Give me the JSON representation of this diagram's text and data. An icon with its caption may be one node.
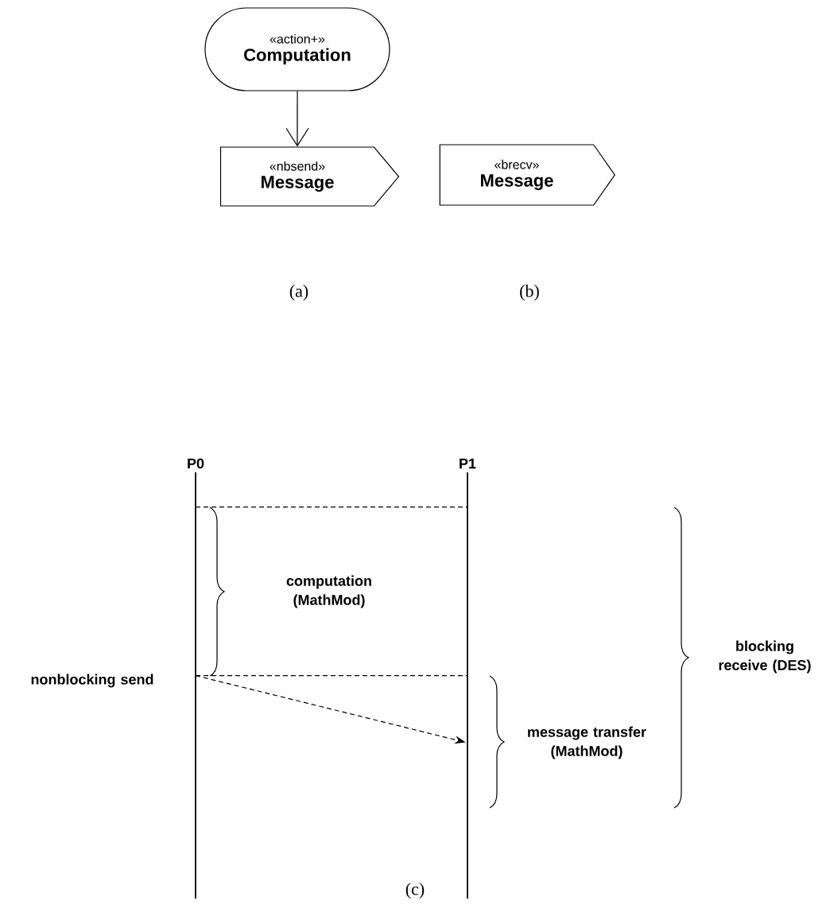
{
  "diagram": {
    "nodes": [
      {
        "text": [
          "«action+»",
          "Computation"
        ]
      },
      {
        "text": [
          "«nbsend»",
          "Message"
        ]
      },
      {
        "text": [
          "«brecv»",
          "Message"
        ]
      },
      {
        "text": [
          "P0"
        ]
      },
      {
        "text": [
          "P1"
        ]
      }
    ],
    "edges": [
      {
        "from": 0,
        "to": 1,
        "arrow": "to"
      },
      {
        "from": 3,
        "to": 4,
        "arrow": "none",
        "style": "dashed"
      },
      {
        "from": 3,
        "to": 4,
        "arrow": "none",
        "style": "dashed"
      },
      {
        "from": 3,
        "to": 4,
        "arrow": "to",
        "style": "dashed"
      }
    ],
    "labels": [
      "(a)",
      "(b)",
      "computation (MathMod)",
      "blocking receive (DES)",
      "nonblocking send",
      "message transfer (MathMod)",
      "(c)"
    ]
  }
}
